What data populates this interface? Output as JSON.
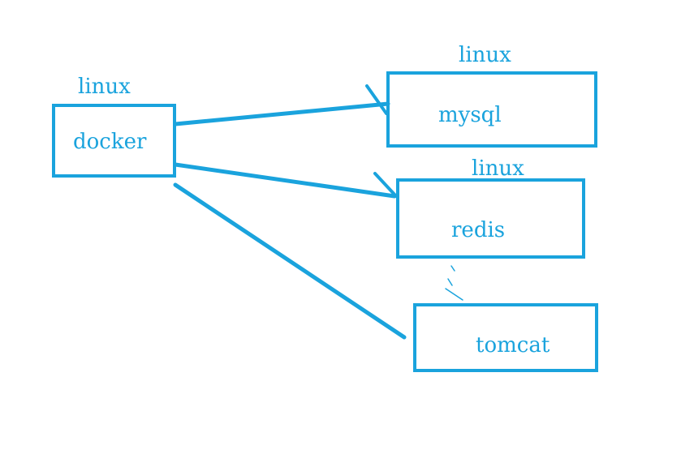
{
  "colors": {
    "stroke": "#1aa3dd",
    "background": "#ffffff"
  },
  "nodes": {
    "docker": {
      "label": "docker",
      "host": "linux"
    },
    "mysql": {
      "label": "mysql",
      "host": "linux"
    },
    "redis": {
      "label": "redis",
      "host": "linux"
    },
    "tomcat": {
      "label": "tomcat"
    }
  },
  "edges": [
    {
      "from": "docker",
      "to": "mysql",
      "arrow": true
    },
    {
      "from": "docker",
      "to": "redis",
      "arrow": true
    },
    {
      "from": "docker",
      "to": "tomcat",
      "arrow": false
    },
    {
      "from": "redis",
      "to": "tomcat",
      "style": "dashed"
    }
  ]
}
